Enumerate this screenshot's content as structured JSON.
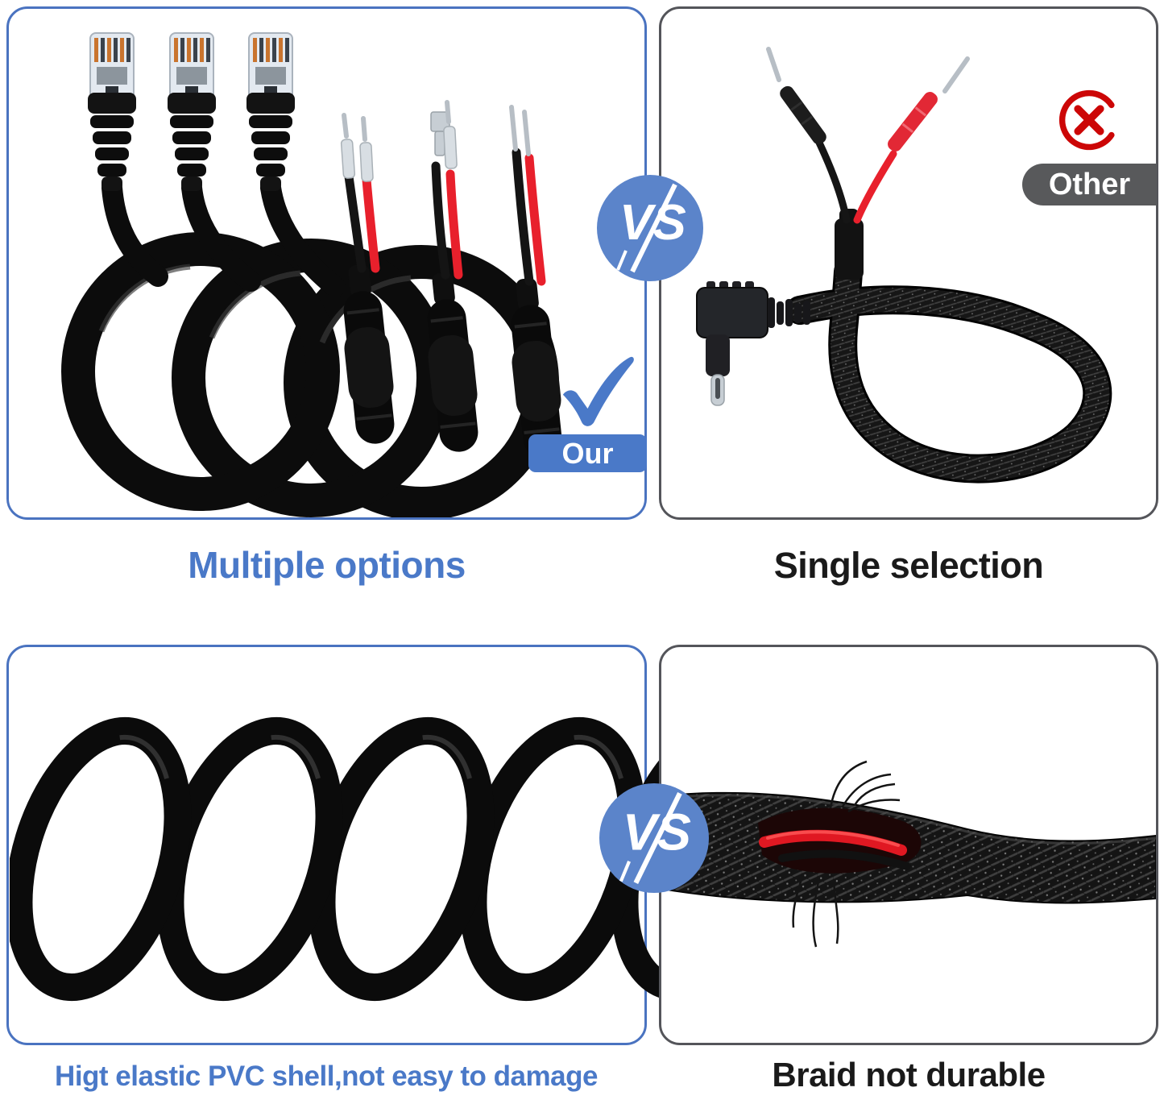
{
  "colors": {
    "accent": "#4a79c8",
    "badge-blue": "#5b84ca",
    "panel-blue-border": "#4a73c0",
    "panel-gray-border": "#54555a",
    "label-gray-bg": "#58595b",
    "error-red": "#cc0606",
    "wire-red": "#e8202c",
    "caption-dark": "#1a1a1a"
  },
  "vs_badge": {
    "label": "VS"
  },
  "panels": {
    "top_left": {
      "caption": "Multiple options",
      "badge_label": "Our"
    },
    "top_right": {
      "caption": "Single selection",
      "badge_label": "Other"
    },
    "bottom_left": {
      "caption": "Higt elastic PVC shell,not easy to damage"
    },
    "bottom_right": {
      "caption": "Braid not durable"
    }
  }
}
